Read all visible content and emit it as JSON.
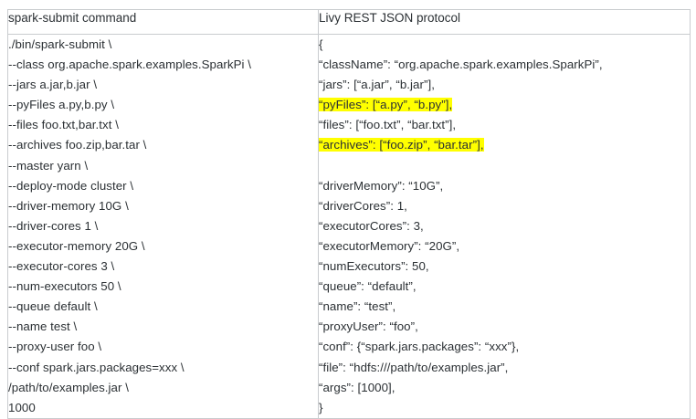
{
  "table": {
    "columns": [
      {
        "id": "spark-submit",
        "header": "spark-submit command"
      },
      {
        "id": "livy-rest",
        "header": "Livy REST JSON protocol"
      }
    ],
    "highlight_color": "#ffff00",
    "border_color": "#c9cccf",
    "text_color": "#2b3034",
    "spark_submit_lines": [
      {
        "text": "./bin/spark-submit \\",
        "highlight": false
      },
      {
        "text": "--class org.apache.spark.examples.SparkPi \\",
        "highlight": false
      },
      {
        "text": "--jars a.jar,b.jar \\",
        "highlight": false
      },
      {
        "text": "--pyFiles a.py,b.py \\",
        "highlight": false
      },
      {
        "text": "--files foo.txt,bar.txt \\",
        "highlight": false
      },
      {
        "text": "--archives foo.zip,bar.tar \\",
        "highlight": false
      },
      {
        "text": "--master yarn \\",
        "highlight": false
      },
      {
        "text": "--deploy-mode cluster \\",
        "highlight": false
      },
      {
        "text": "--driver-memory 10G \\",
        "highlight": false
      },
      {
        "text": "--driver-cores 1 \\",
        "highlight": false
      },
      {
        "text": "--executor-memory 20G \\",
        "highlight": false
      },
      {
        "text": "--executor-cores 3 \\",
        "highlight": false
      },
      {
        "text": "--num-executors 50 \\",
        "highlight": false
      },
      {
        "text": "--queue default \\",
        "highlight": false
      },
      {
        "text": "--name test \\",
        "highlight": false
      },
      {
        "text": "--proxy-user foo \\",
        "highlight": false
      },
      {
        "text": "--conf spark.jars.packages=xxx \\",
        "highlight": false
      },
      {
        "text": "/path/to/examples.jar \\",
        "highlight": false
      },
      {
        "text": "1000",
        "highlight": false
      }
    ],
    "livy_rest_lines": [
      {
        "text": "{",
        "highlight": false
      },
      {
        "text": "“className”: “org.apache.spark.examples.SparkPi”,",
        "highlight": false
      },
      {
        "text": "“jars”: [“a.jar”, “b.jar”],",
        "highlight": false
      },
      {
        "text": "“pyFiles”: [“a.py”, “b.py”],",
        "highlight": true
      },
      {
        "text": "“files”: [“foo.txt”, “bar.txt”],",
        "highlight": false
      },
      {
        "text": "“archives”: [“foo.zip”, “bar.tar”],",
        "highlight": true
      },
      {
        "text": "",
        "highlight": false
      },
      {
        "text": "“driverMemory”: “10G”,",
        "highlight": false
      },
      {
        "text": "“driverCores”: 1,",
        "highlight": false
      },
      {
        "text": "“executorCores”: 3,",
        "highlight": false
      },
      {
        "text": "“executorMemory”: “20G”,",
        "highlight": false
      },
      {
        "text": "“numExecutors”: 50,",
        "highlight": false
      },
      {
        "text": "“queue”: “default”,",
        "highlight": false
      },
      {
        "text": "“name”: “test”,",
        "highlight": false
      },
      {
        "text": "“proxyUser”: “foo”,",
        "highlight": false
      },
      {
        "text": "“conf”: {“spark.jars.packages”: “xxx”},",
        "highlight": false
      },
      {
        "text": "“file”: “hdfs:///path/to/examples.jar”,",
        "highlight": false
      },
      {
        "text": "“args”: [1000],",
        "highlight": false
      },
      {
        "text": "}",
        "highlight": false
      }
    ]
  }
}
